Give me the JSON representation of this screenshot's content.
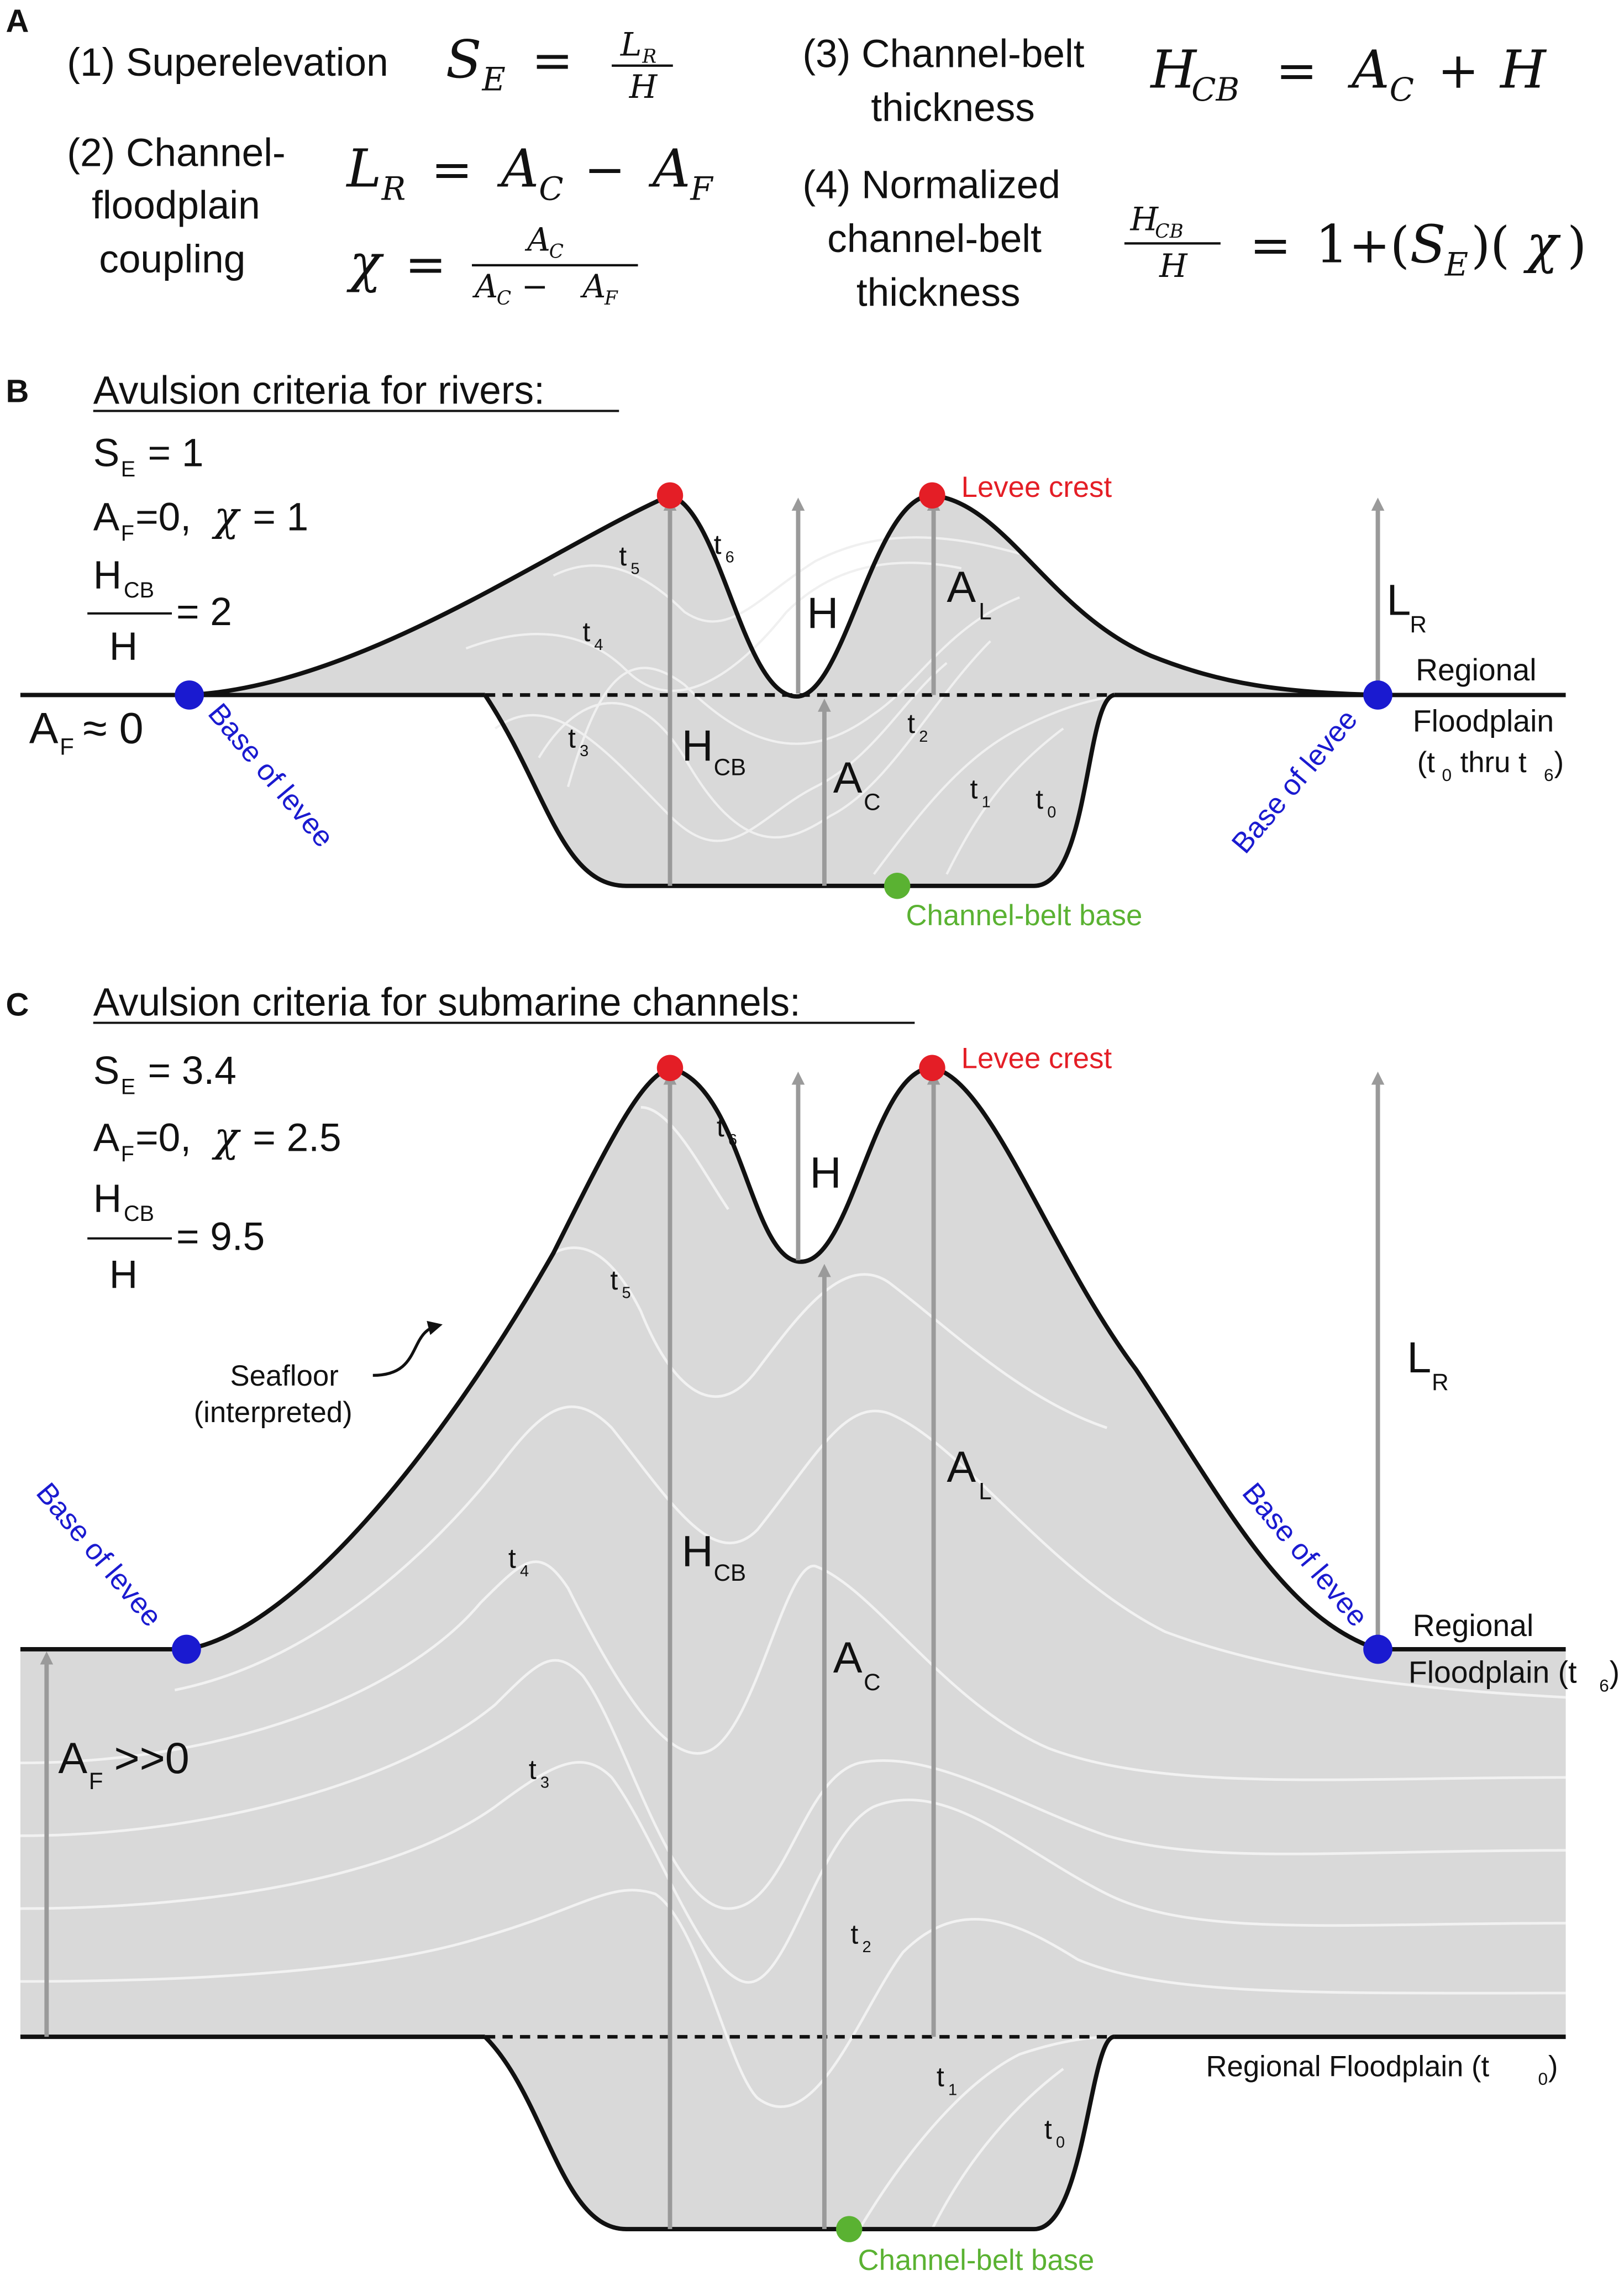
{
  "panel_a": {
    "letter": "A",
    "eq1": {
      "label": "(1) Superelevation",
      "lhs": "S",
      "lhs_sub": "E",
      "num": "L",
      "num_sub": "R",
      "den": "H"
    },
    "eq2": {
      "label_lines": [
        "(2) Channel-",
        "floodplain",
        "coupling"
      ],
      "l": "L",
      "l_sub": "R",
      "a": "A",
      "a_sub": "C",
      "b": "A",
      "b_sub": "F",
      "chi": "χ",
      "chi_num": "A",
      "chi_num_sub": "C",
      "chi_den_a": "A",
      "chi_den_a_sub": "C",
      "chi_den_b": "A",
      "chi_den_b_sub": "F"
    },
    "eq3": {
      "label_lines": [
        "(3) Channel-belt",
        "thickness"
      ],
      "lhs": "H",
      "lhs_sub": "CB",
      "a": "A",
      "a_sub": "C",
      "b": "H"
    },
    "eq4": {
      "label_lines": [
        "(4) Normalized",
        "channel-belt",
        "thickness"
      ],
      "num": "H",
      "num_sub": "CB",
      "den": "H",
      "one": "1",
      "s": "S",
      "s_sub": "E",
      "chi": "χ"
    }
  },
  "panel_b": {
    "letter": "B",
    "title": "Avulsion criteria for rivers:",
    "se": {
      "sym": "S",
      "sub": "E",
      "val": " = 1"
    },
    "af": {
      "sym": "A",
      "sub": "F",
      "val": "=0,",
      "chi": "χ",
      "chi_val": " = 1"
    },
    "hcb": {
      "num": "H",
      "num_sub": "CB",
      "den": "H",
      "val": "= 2"
    },
    "af_approx": {
      "sym": "A",
      "sub": "F",
      "val": "≈ 0"
    },
    "levee_crest": "Levee crest",
    "base_left": "Base of levee",
    "base_right": "Base of levee",
    "regional": [
      "Regional",
      "Floodplain",
      "(t",
      "0",
      " thru t",
      "6",
      ")"
    ],
    "belt_base": "Channel-belt base",
    "H": "H",
    "AL": {
      "sym": "A",
      "sub": "L"
    },
    "LR": {
      "sym": "L",
      "sub": "R"
    },
    "HCB": {
      "sym": "H",
      "sub": "CB"
    },
    "AC": {
      "sym": "A",
      "sub": "C"
    },
    "times": [
      {
        "t": "t",
        "n": "0"
      },
      {
        "t": "t",
        "n": "1"
      },
      {
        "t": "t",
        "n": "2"
      },
      {
        "t": "t",
        "n": "3"
      },
      {
        "t": "t",
        "n": "4"
      },
      {
        "t": "t",
        "n": "5"
      },
      {
        "t": "t",
        "n": "6"
      }
    ]
  },
  "panel_c": {
    "letter": "C",
    "title": "Avulsion criteria for submarine channels:",
    "se": {
      "sym": "S",
      "sub": "E",
      "val": " = 3.4"
    },
    "af": {
      "sym": "A",
      "sub": "F",
      "val": "=0,",
      "chi": "χ",
      "chi_val": " = 2.5"
    },
    "hcb": {
      "num": "H",
      "num_sub": "CB",
      "den": "H",
      "val": "= 9.5"
    },
    "af_big": {
      "sym": "A",
      "sub": "F",
      "val": " >>0"
    },
    "seafloor": [
      "Seafloor",
      "(interpreted)"
    ],
    "levee_crest": "Levee crest",
    "base_left": "Base of levee",
    "base_right": "Base of levee",
    "regional_top": [
      "Regional",
      "Floodplain (t",
      "6",
      ")"
    ],
    "regional_bottom": [
      "Regional Floodplain (t",
      "0",
      ")"
    ],
    "belt_base": "Channel-belt base",
    "H": "H",
    "AL": {
      "sym": "A",
      "sub": "L"
    },
    "LR": {
      "sym": "L",
      "sub": "R"
    },
    "HCB": {
      "sym": "H",
      "sub": "CB"
    },
    "AC": {
      "sym": "A",
      "sub": "C"
    },
    "times": [
      {
        "t": "t",
        "n": "0"
      },
      {
        "t": "t",
        "n": "1"
      },
      {
        "t": "t",
        "n": "2"
      },
      {
        "t": "t",
        "n": "3"
      },
      {
        "t": "t",
        "n": "4"
      },
      {
        "t": "t",
        "n": "5"
      },
      {
        "t": "t",
        "n": "6"
      }
    ]
  },
  "colors": {
    "fill": "#d9d9d9",
    "arrow": "#9a9a9a",
    "crest": "#e41e26",
    "base": "#1a1ad0",
    "belt": "#5ab232"
  }
}
